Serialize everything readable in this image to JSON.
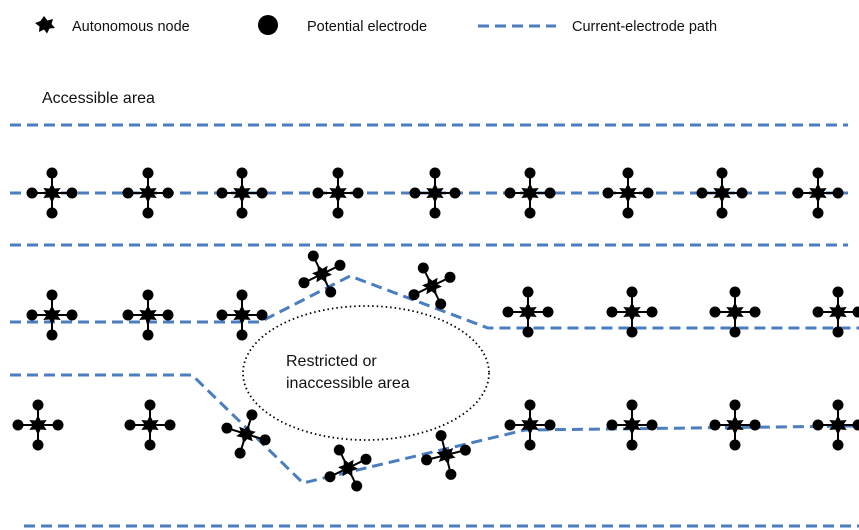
{
  "legend": {
    "node_label": "Autonomous node",
    "electrode_label": "Potential electrode",
    "path_label": "Current-electrode path"
  },
  "labels": {
    "accessible": "Accessible area",
    "restricted_line1": "Restricted or",
    "restricted_line2": "inaccessible area"
  },
  "colors": {
    "path": "#4a7ebf",
    "marker": "#000000"
  }
}
